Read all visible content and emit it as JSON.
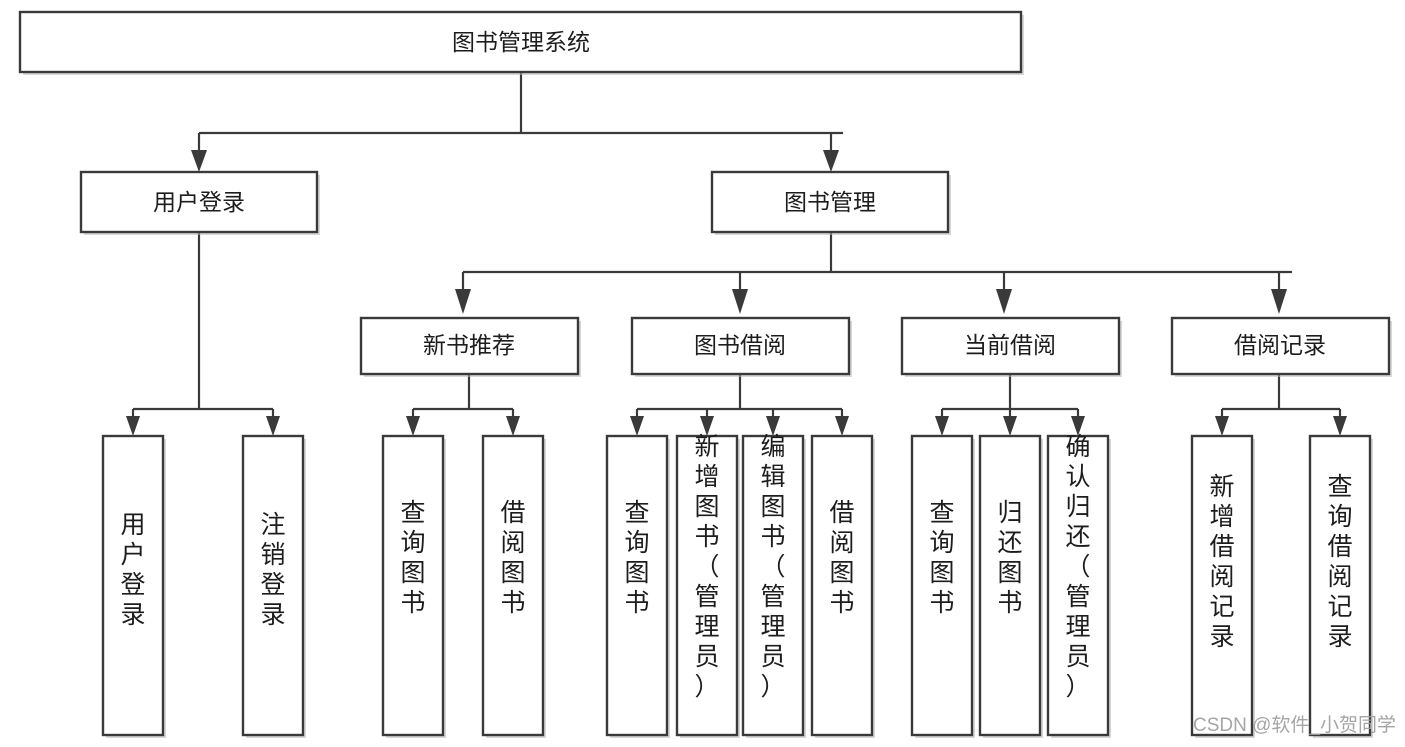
{
  "diagram": {
    "type": "tree",
    "title": "图书管理系统",
    "orientation": "top-down",
    "watermark": "CSDN @软件_小贺同学",
    "colors": {
      "box_fill": "#ffffff",
      "box_stroke": "#3a3a3a",
      "connector": "#3a3a3a",
      "text": "#1d1d1d",
      "watermark": "#9e9e9e",
      "background": "#ffffff"
    },
    "root": {
      "label": "图书管理系统"
    },
    "level2": [
      {
        "label": "用户登录"
      },
      {
        "label": "图书管理"
      }
    ],
    "level3": [
      {
        "label": "新书推荐"
      },
      {
        "label": "图书借阅"
      },
      {
        "label": "当前借阅"
      },
      {
        "label": "借阅记录"
      }
    ],
    "leaves": {
      "user_login": [
        {
          "label": "用户登录"
        },
        {
          "label": "注销登录"
        }
      ],
      "new_book": [
        {
          "label": "查询图书"
        },
        {
          "label": "借阅图书"
        }
      ],
      "book_borrow": [
        {
          "label": "查询图书"
        },
        {
          "label": "新增图书（管理员）"
        },
        {
          "label": "编辑图书（管理员）"
        },
        {
          "label": "借阅图书"
        }
      ],
      "current_borrow": [
        {
          "label": "查询图书"
        },
        {
          "label": "归还图书"
        },
        {
          "label": "确认归还（管理员）"
        }
      ],
      "borrow_record": [
        {
          "label": "新增借阅记录"
        },
        {
          "label": "查询借阅记录"
        }
      ]
    }
  }
}
